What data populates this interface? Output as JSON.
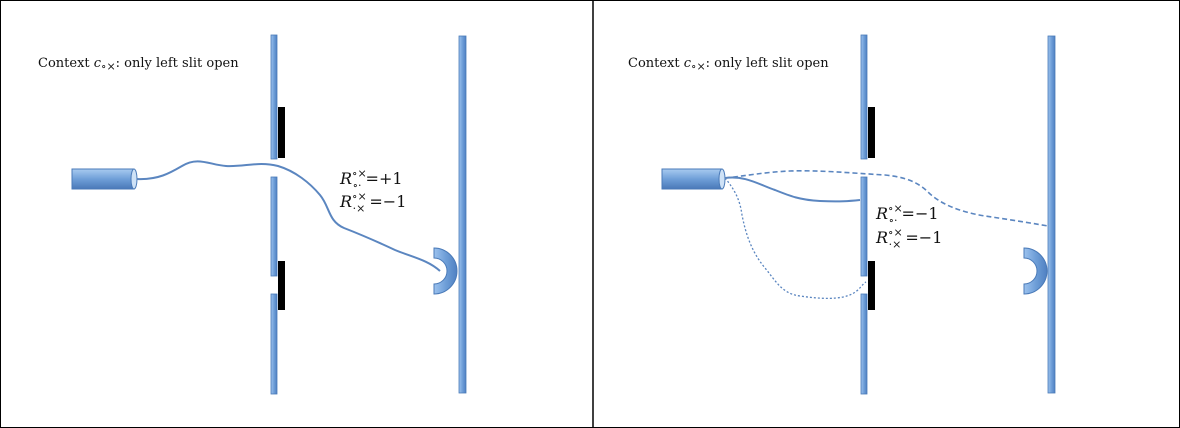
{
  "panels": [
    {
      "context_prefix": "Context ",
      "context_var": "c",
      "context_sub": "∘×",
      "context_suffix": ": only left slit open",
      "r1_sym": "R",
      "r1_sup": "∘×",
      "r1_sub": "∘·",
      "r1_val": "=+1",
      "r2_sym": "R",
      "r2_sup": "∘×",
      "r2_sub": "·×",
      "r2_val": "=−1"
    },
    {
      "context_prefix": "Context ",
      "context_var": "c",
      "context_sub": "∘×",
      "context_suffix": ": only left slit open",
      "r1_sym": "R",
      "r1_sup": "∘×",
      "r1_sub": "∘·",
      "r1_val": "=−1",
      "r2_sym": "R",
      "r2_sup": "∘×",
      "r2_sub": "·×",
      "r2_val": "=−1"
    }
  ],
  "colors": {
    "border": "#000000",
    "screen_fill": "#6f9fd8",
    "screen_stroke": "#4a7ab8",
    "shutter": "#000000",
    "path": "#5b86c0"
  }
}
